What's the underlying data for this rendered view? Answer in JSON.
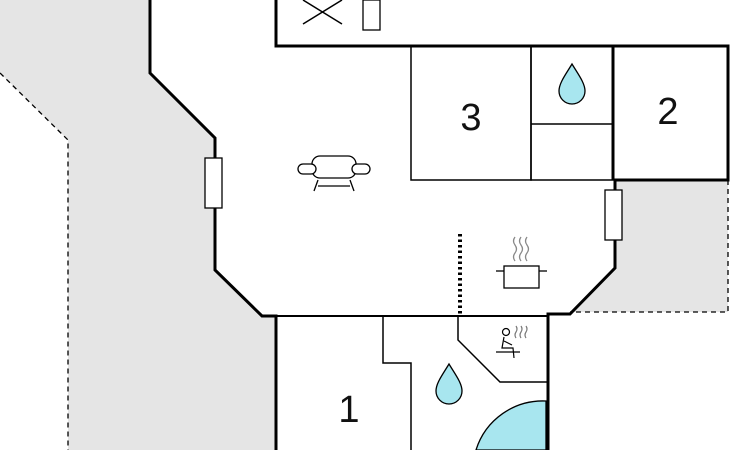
{
  "floorplan": {
    "rooms": [
      {
        "label": "3",
        "kind": "bedroom"
      },
      {
        "label": "2",
        "kind": "bedroom"
      },
      {
        "label": "1",
        "kind": "bedroom"
      }
    ],
    "icons": [
      "window-icon",
      "shower-drop-icon",
      "sofa-icon",
      "cooking-pot-icon",
      "sauna-icon",
      "whirlpool-icon",
      "door-marker-icon"
    ]
  },
  "colors": {
    "wall": "#000000",
    "terrace": "#e5e5e5",
    "water": "#a8e6ef",
    "background": "#ffffff"
  }
}
